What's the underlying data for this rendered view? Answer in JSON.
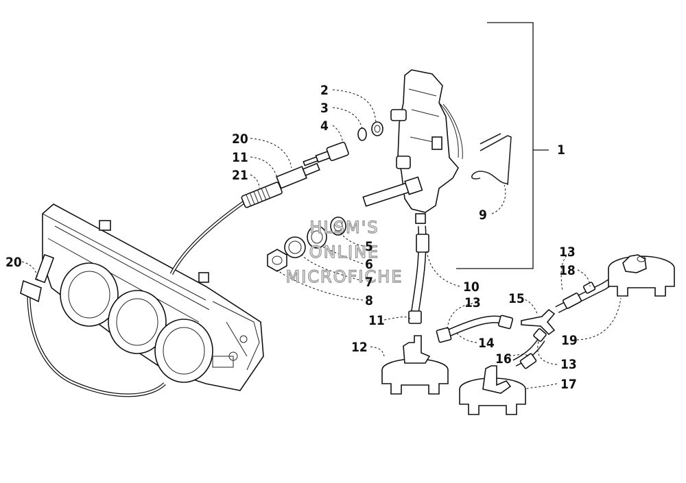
{
  "watermark": {
    "line1": "HLSM'S",
    "line2": "ONLINE",
    "line3": "MICROFICHE"
  },
  "callouts": {
    "c1": "1",
    "c2": "2",
    "c3": "3",
    "c4": "4",
    "c5": "5",
    "c6": "6",
    "c7": "7",
    "c8": "8",
    "c9": "9",
    "c10": "10",
    "c11a": "11",
    "c11b": "11",
    "c12": "12",
    "c13a": "13",
    "c13b": "13",
    "c13c": "13",
    "c14": "14",
    "c15": "15",
    "c16": "16",
    "c17": "17",
    "c18": "18",
    "c19": "19",
    "c20a": "20",
    "c20b": "20",
    "c21": "21"
  }
}
